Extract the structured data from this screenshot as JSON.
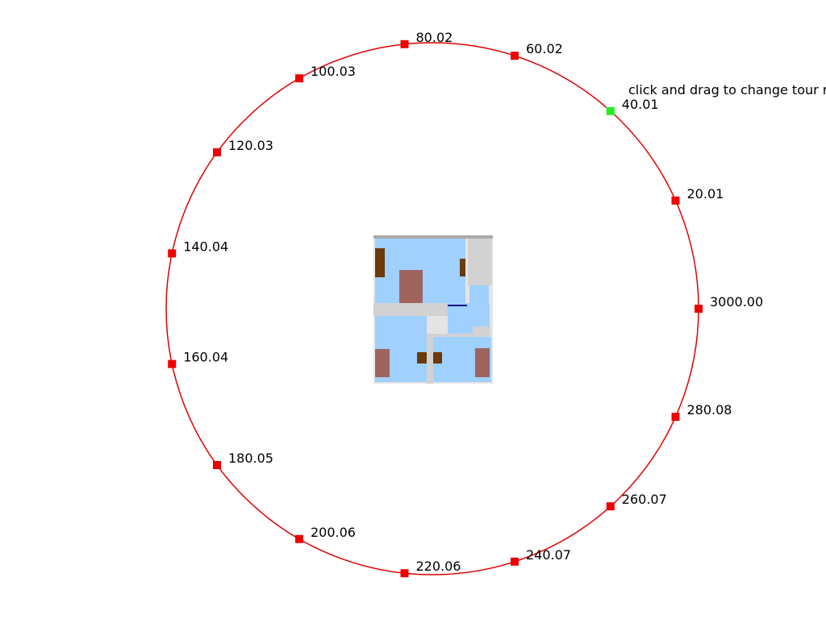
{
  "tour_editor": {
    "hint_text": "click and drag to change tour r",
    "colors": {
      "ring": "#e00000",
      "waypoint": "#ee0000",
      "selected_waypoint": "#22ee22",
      "floor": "#9fd0ff",
      "wall": "#cfcfcf",
      "bed": "#a0645e",
      "furniture": "#6a3a08"
    },
    "waypoints": [
      {
        "label": "3000.00",
        "selected": false
      },
      {
        "label": "20.01",
        "selected": false
      },
      {
        "label": "40.01",
        "selected": true
      },
      {
        "label": "60.02",
        "selected": false
      },
      {
        "label": "80.02",
        "selected": false
      },
      {
        "label": "100.03",
        "selected": false
      },
      {
        "label": "120.03",
        "selected": false
      },
      {
        "label": "140.04",
        "selected": false
      },
      {
        "label": "160.04",
        "selected": false
      },
      {
        "label": "180.05",
        "selected": false
      },
      {
        "label": "200.06",
        "selected": false
      },
      {
        "label": "220.06",
        "selected": false
      },
      {
        "label": "240.07",
        "selected": false
      },
      {
        "label": "260.07",
        "selected": false
      },
      {
        "label": "280.08",
        "selected": false
      }
    ]
  }
}
